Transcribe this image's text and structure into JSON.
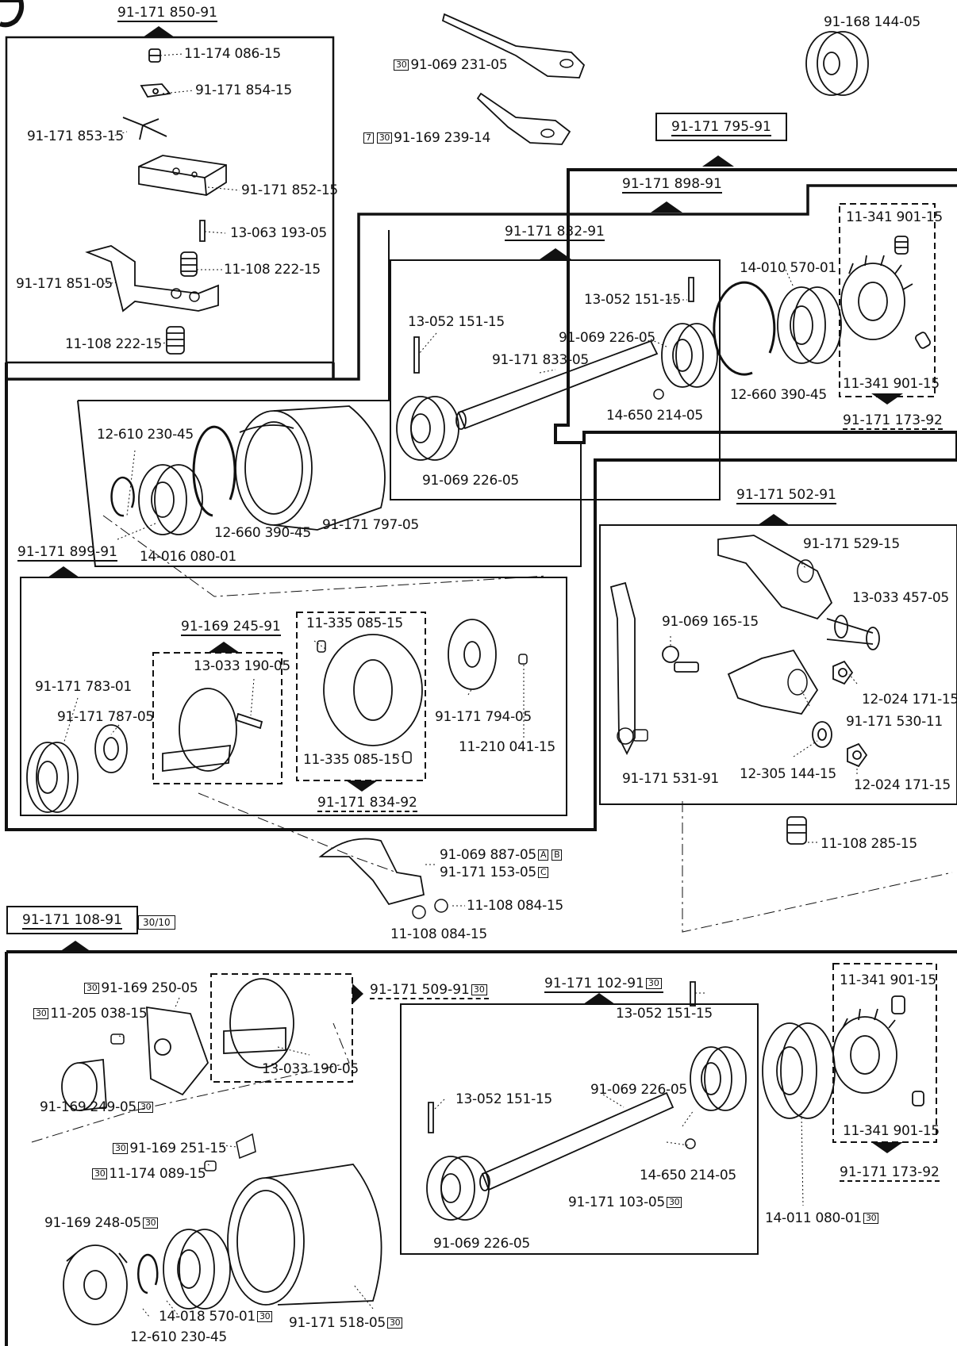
{
  "assemblies": {
    "a1": "91-171 850-91",
    "a2": "91-171 795-91",
    "a3": "91-171 898-91",
    "a4": "91-171 832-91",
    "a5": "91-171 173-92",
    "a6": "91-171 899-91",
    "a7": "91-169 245-91",
    "a8": "91-171 834-92",
    "a9": "91-171 502-91",
    "a10": "91-171 108-91",
    "a11": "91-171 509-91",
    "a12": "91-171 102-91",
    "a13": "91-171 173-92"
  },
  "tags": {
    "t30": "30",
    "t7": "7",
    "tA": "A",
    "tB": "B",
    "tC": "C",
    "t3010": "30/10"
  },
  "parts": {
    "p1": "11-174 086-15",
    "p2": "91-171 854-15",
    "p3": "91-171 853-15",
    "p4": "91-171 852-15",
    "p5": "13-063 193-05",
    "p6": "11-108 222-15",
    "p7": "91-171 851-05",
    "p8": "11-108 222-15",
    "p9": "91-069 231-05",
    "p10": "91-169 239-14",
    "p11": "91-168 144-05",
    "p12": "13-052 151-15",
    "p13": "13-052 151-15",
    "p14": "91-069 226-05",
    "p15": "91-171 833-05",
    "p16": "14-650 214-05",
    "p17": "91-069 226-05",
    "p18": "14-010 570-01",
    "p19": "11-341 901-15",
    "p20": "11-341 901-15",
    "p21": "12-660 390-45",
    "p22": "12-610 230-45",
    "p23": "12-660 390-45",
    "p24": "91-171 797-05",
    "p25": "14-016 080-01",
    "p26": "11-335 085-15",
    "p27": "13-033 190-05",
    "p28": "91-171 783-01",
    "p29": "91-171 787-05",
    "p30": "11-335 085-15",
    "p31": "91-171 794-05",
    "p32": "11-210 041-15",
    "p33": "91-171 529-15",
    "p34": "13-033 457-05",
    "p35": "91-069 165-15",
    "p36": "12-024 171-15",
    "p37": "91-171 530-11",
    "p38": "91-171 531-91",
    "p39": "12-305 144-15",
    "p40": "12-024 171-15",
    "p41": "11-108 285-15",
    "p42": "91-069 887-05",
    "p43": "91-171 153-05",
    "p44": "11-108 084-15",
    "p45": "11-108 084-15",
    "p46": "91-169 250-05",
    "p47": "11-205 038-15",
    "p48": "91-169 249-05",
    "p49": "13-033 190-05",
    "p50": "13-052 151-15",
    "p51": "13-052 151-15",
    "p52": "91-069 226-05",
    "p53": "11-341 901-15",
    "p54": "11-341 901-15",
    "p55": "91-169 251-15",
    "p56": "11-174 089-15",
    "p57": "14-650 214-05",
    "p58": "91-171 103-05",
    "p59": "14-011 080-01",
    "p60": "91-069 226-05",
    "p61": "91-169 248-05",
    "p62": "14-018 570-01",
    "p63": "91-171 518-05",
    "p64": "12-610 230-45"
  }
}
